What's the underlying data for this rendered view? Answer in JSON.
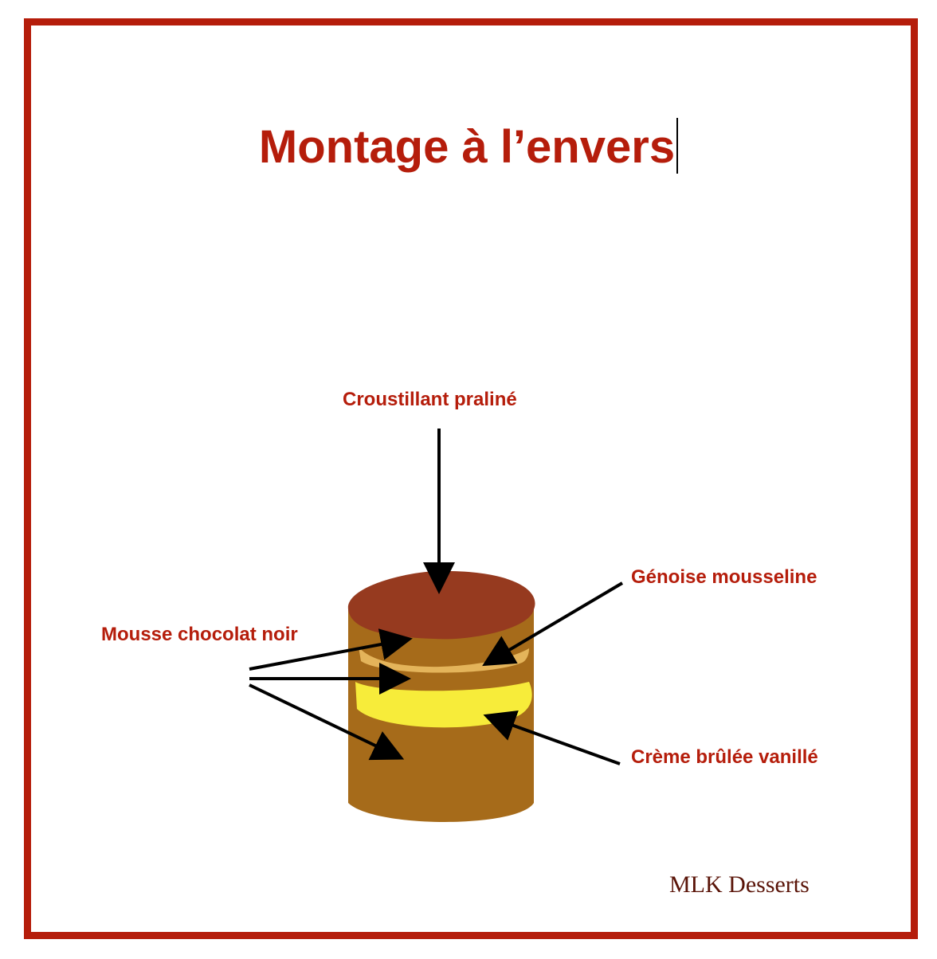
{
  "title": "Montage à l’envers",
  "labels": {
    "croustillant": "Croustillant praliné",
    "genoise": "Génoise mousseline",
    "mousse": "Mousse chocolat noir",
    "creme": "Crème brûlée vanillé"
  },
  "signature": "MLK Desserts",
  "colors": {
    "frame": "#b51d0b",
    "text": "#b51d0b",
    "cake_top": "#963a1f",
    "mousse": "#a66b1a",
    "genoise": "#e4b45a",
    "creme": "#f7ec3a",
    "arrow": "#000000"
  }
}
